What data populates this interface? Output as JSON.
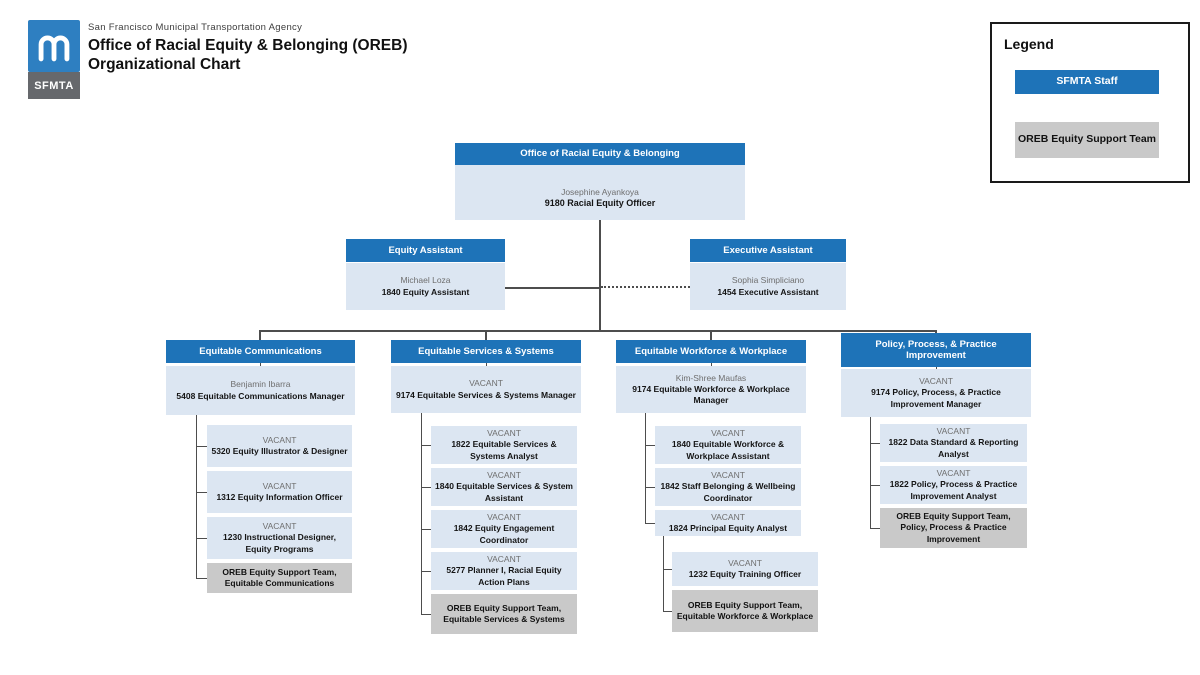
{
  "brand": {
    "agency": "San Francisco Municipal Transportation Agency",
    "title_line1": "Office of Racial Equity & Belonging (OREB)",
    "title_line2": "Organizational Chart",
    "logo_text": "SFMTA"
  },
  "legend": {
    "title": "Legend",
    "items": [
      {
        "label": "SFMTA Staff"
      },
      {
        "label": "OREB Equity Support Team"
      }
    ]
  },
  "colors": {
    "header_blue": "#1e73b8",
    "body_blue": "#dce6f2",
    "support_gray": "#c9c9c9",
    "line": "#4d4d4d",
    "logo_blue": "#2e7fc1",
    "logo_gray": "#66686c"
  },
  "org": {
    "root": {
      "header": "Office of Racial Equity & Belonging",
      "name": "Josephine Ayankoya",
      "title": "9180 Racial Equity Officer"
    },
    "assistants": [
      {
        "header": "Equity Assistant",
        "name": "Michael Loza",
        "title": "1840 Equity Assistant"
      },
      {
        "header": "Executive Assistant",
        "name": "Sophia Simpliciano",
        "title": "1454 Executive Assistant"
      }
    ],
    "departments": [
      {
        "header": "Equitable Communications",
        "manager": {
          "name": "Benjamin Ibarra",
          "title": "5408 Equitable Communications Manager"
        },
        "roles": [
          {
            "status": "VACANT",
            "title": "5320 Equity Illustrator & Designer"
          },
          {
            "status": "VACANT",
            "title": "1312 Equity Information Officer"
          },
          {
            "status": "VACANT",
            "title": "1230 Instructional Designer, Equity Programs"
          }
        ],
        "support": "OREB Equity Support Team, Equitable Communications"
      },
      {
        "header": "Equitable Services & Systems",
        "manager": {
          "name": "VACANT",
          "title": "9174 Equitable Services & Systems Manager"
        },
        "roles": [
          {
            "status": "VACANT",
            "title": "1822 Equitable Services & Systems Analyst"
          },
          {
            "status": "VACANT",
            "title": "1840 Equitable Services & System Assistant"
          },
          {
            "status": "VACANT",
            "title": "1842 Equity Engagement Coordinator"
          },
          {
            "status": "VACANT",
            "title": "5277 Planner I, Racial Equity Action Plans"
          }
        ],
        "support": "OREB Equity Support Team, Equitable Services & Systems"
      },
      {
        "header": "Equitable Workforce & Workplace",
        "manager": {
          "name": "Kim-Shree Maufas",
          "title": "9174 Equitable Workforce & Workplace Manager"
        },
        "roles": [
          {
            "status": "VACANT",
            "title": "1840 Equitable Workforce & Workplace Assistant"
          },
          {
            "status": "VACANT",
            "title": "1842 Staff Belonging & Wellbeing Coordinator"
          },
          {
            "status": "VACANT",
            "title": "1824 Principal Equity Analyst"
          }
        ],
        "nested_roles": [
          {
            "status": "VACANT",
            "title": "1232 Equity Training Officer"
          }
        ],
        "support": "OREB Equity Support Team, Equitable Workforce & Workplace"
      },
      {
        "header": "Policy, Process, & Practice Improvement",
        "manager": {
          "name": "VACANT",
          "title": "9174 Policy, Process, & Practice Improvement Manager"
        },
        "roles": [
          {
            "status": "VACANT",
            "title": "1822 Data Standard & Reporting Analyst"
          },
          {
            "status": "VACANT",
            "title": "1822 Policy, Process & Practice Improvement Analyst"
          }
        ],
        "support": "OREB Equity Support Team, Policy, Process & Practice Improvement"
      }
    ]
  }
}
